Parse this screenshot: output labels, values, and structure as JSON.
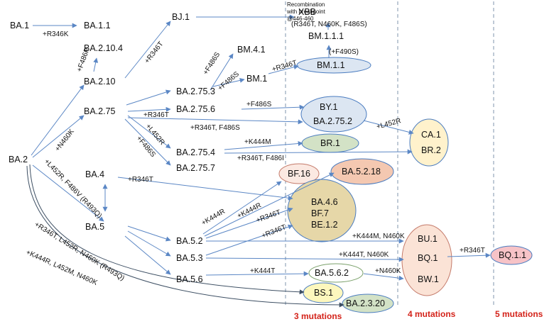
{
  "nodes": {
    "ba1": "BA.1",
    "ba11": "BA.1.1",
    "ba2": "BA.2",
    "ba210": "BA.2.10",
    "ba2104": "BA.2.10.4",
    "bj1": "BJ.1",
    "xbb": "XBB",
    "xbb_muts": "(R346T, N460K, F486S)",
    "bm111": "BM.1.1.1",
    "f490s": "(+F490S)",
    "bm11": "BM.1.1",
    "bm41": "BM.4.1",
    "bm1": "BM.1",
    "ba2753": "BA.2.75.3",
    "ba275": "BA.2.75",
    "ba2756": "BA.2.75.6",
    "by1": "BY.1",
    "ba2752": "BA.2.75.2",
    "ca1": "CA.1",
    "br2": "BR.2",
    "ba2754": "BA.2.75.4",
    "br1": "BR.1",
    "ba2757": "BA.2.75.7",
    "ba4": "BA.4",
    "bf16": "BF.16",
    "ba5218": "BA.5.2.18",
    "ba46": "BA.4.6",
    "bf7": "BF.7",
    "be12": "BE.1.2",
    "ba5": "BA.5",
    "ba52": "BA.5.2",
    "ba53": "BA.5.3",
    "ba56": "BA.5.6",
    "bu1": "BU.1",
    "bq1": "BQ.1",
    "bw1": "BW.1",
    "bq11": "BQ.1.1",
    "ba562": "BA.5.6.2",
    "bs1": "BS.1",
    "ba2320": "BA.2.3.20"
  },
  "mutations": {
    "m_r346k": "+R346K",
    "m_f486p": "+F486P",
    "m_r346t_bj": "+R346T",
    "recomb_1": "Recombination",
    "recomb_2": "with breakpoint",
    "recomb_3": "@446-460",
    "m_f486s_bm41": "+F486S",
    "m_f486s_bm1": "+F486S",
    "m_r346t_bm11": "+R346T",
    "m_n460k": "+N460K",
    "m_r346t_2756": "+R346T",
    "m_f486s_by1": "+F486S",
    "m_r346t_f486s": "+R346T, F486S",
    "m_l452r_ca": "+L452R",
    "m_l452r": "+L452R",
    "m_f486s_2757": "+F486S",
    "m_k444m_br1": "+K444M",
    "m_r346t_f486i": "+R346T, F486I",
    "m_l452r_f486v": "+L452R, F486V (R493Q)",
    "m_r346t_ba46": "+R346T",
    "m_k444r_bf16": "+K444R",
    "m_k444r_ba5218": "+K444R",
    "m_r346t_bf7": "+R346T",
    "m_r346t_be12": "+R346T",
    "m_k444m_n460k": "+K444M, N460K",
    "m_k444t_n460k": "+K444T, N460K",
    "m_r346t_bq11": "+R346T",
    "m_k444t": "+K444T",
    "m_n460k_bw1": "+N460K",
    "m_long_bs1": "+R346T, L452R, N460K (R493Q)",
    "m_long_ba2320": "+K444R, L452M, N460K"
  },
  "columns": {
    "three": "3 mutations",
    "four": "4 mutations",
    "five": "5 mutations"
  },
  "colors": {
    "edge": "#5b87c5",
    "curve": "#3d4f63",
    "label_red": "#d4231a",
    "blue_fill": "#dce6f2",
    "blue_stroke": "#4a7cc0",
    "yellow_fill": "#fff2cc",
    "tan_fill": "#e6d7a8",
    "green_fill": "#d3e2c6",
    "peach_fill": "#fbe3d6",
    "salmon_fill": "#f4c8b1",
    "pink_fill": "#f7c3c7",
    "lightyellow_fill": "#fdf7bd"
  }
}
